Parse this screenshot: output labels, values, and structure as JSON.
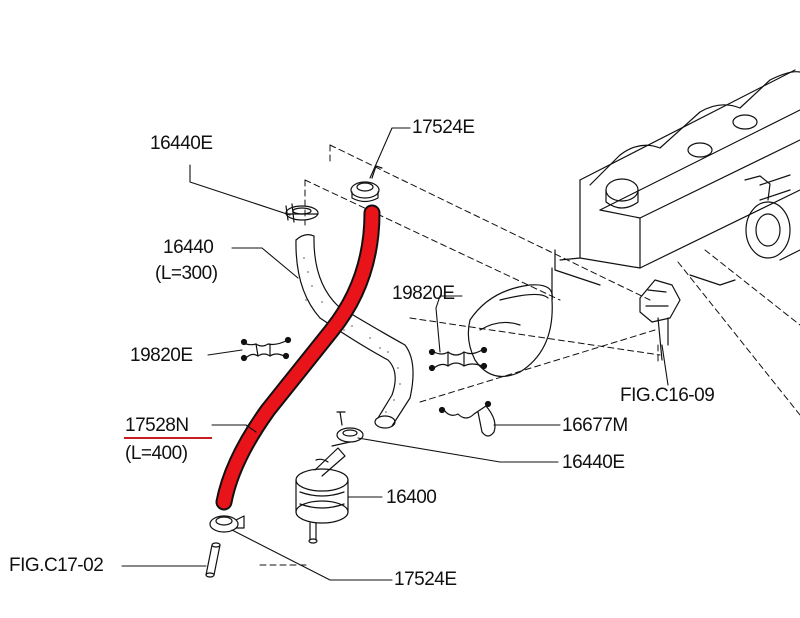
{
  "labels": {
    "clamp_top_left": "16440E",
    "clamp_top": "17524E",
    "hose_upper": "16440",
    "hose_upper_length": "(L=300)",
    "connector_right": "19820E",
    "connector_left": "19820E",
    "ref_fig_c16": "FIG.C16-09",
    "hose_highlight": "17528N",
    "hose_highlight_length": "(L=400)",
    "clip": "16677M",
    "clamp_mid": "16440E",
    "filter": "16400",
    "ref_fig_c17": "FIG.C17-02",
    "clamp_bottom": "17524E"
  },
  "colors": {
    "highlight_hose": "#e8141a",
    "underline": "#c81e1e",
    "line": "#111111"
  }
}
